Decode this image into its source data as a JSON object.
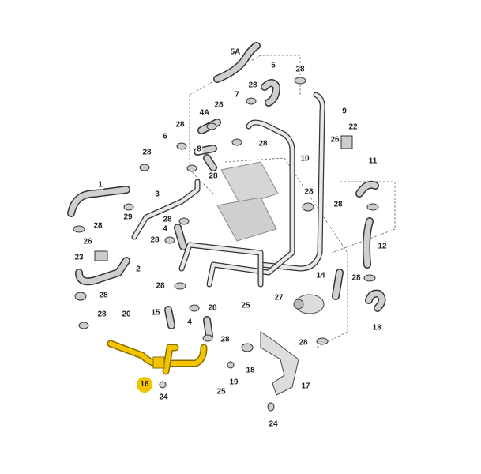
{
  "diagram": {
    "highlight_color": "#f2c500",
    "highlighted_part": "16",
    "callouts": [
      "5A",
      "5",
      "28",
      "28",
      "7",
      "4A",
      "28",
      "9",
      "28",
      "6",
      "22",
      "28",
      "8",
      "26",
      "28",
      "28",
      "10",
      "11",
      "1",
      "3",
      "28",
      "29",
      "28",
      "28",
      "28",
      "4",
      "26",
      "28",
      "12",
      "23",
      "2",
      "14",
      "28",
      "28",
      "28",
      "25",
      "27",
      "15",
      "28",
      "28",
      "20",
      "4",
      "13",
      "28",
      "28",
      "16",
      "24",
      "18",
      "25",
      "19",
      "17",
      "24"
    ]
  }
}
